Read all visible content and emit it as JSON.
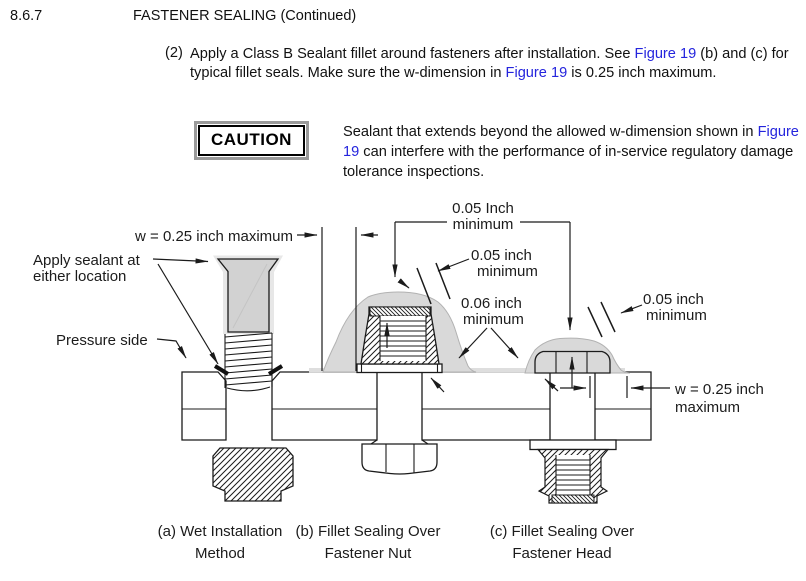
{
  "header": {
    "section": "8.6.7",
    "title": "FASTENER SEALING (Continued)"
  },
  "paragraph": {
    "number": "(2)",
    "text_1": "Apply a Class B Sealant fillet around fasteners after installation. See ",
    "link_1": "Figure 19",
    "text_2": " (b) and (c) for typical fillet seals. Make sure the w-dimension in ",
    "link_2": "Figure 19",
    "text_3": " is 0.25 inch maximum."
  },
  "caution": {
    "label": "CAUTION",
    "text_1": "Sealant that extends beyond the allowed w-dimension shown in ",
    "link": "Figure 19",
    "text_2": " can interfere with the performance of in-service regulatory damage tolerance inspections."
  },
  "figure": {
    "labels": {
      "w_max_left": "w = 0.25 inch maximum",
      "apply_sealant_line1": "Apply sealant at",
      "apply_sealant_line2": "either location",
      "pressure_side": "Pressure side",
      "min_top_line1": "0.05 Inch",
      "min_top_line2": "minimum",
      "min_nut_line1": "0.05 inch",
      "min_nut_line2": "minimum",
      "min_fillet_line1": "0.06 inch",
      "min_fillet_line2": "minimum",
      "min_head_line1": "0.05 inch",
      "min_head_line2": "minimum",
      "w_max_right_line1": "w = 0.25 inch",
      "w_max_right_line2": "maximum"
    },
    "captions": {
      "a_line1": "(a) Wet Installation",
      "a_line2": "Method",
      "b_line1": "(b) Fillet Sealing Over",
      "b_line2": "Fastener Nut",
      "c_line1": "(c) Fillet Sealing Over",
      "c_line2": "Fastener Head"
    }
  },
  "colors": {
    "link": "#2424dd",
    "ink": "#1b1b1b",
    "sealant_fill": "#d9d9d9",
    "sealant_coating": "#d2d2d2",
    "sealant_halo": "#e7e7e7",
    "caution_border": "#9a9a9a"
  }
}
